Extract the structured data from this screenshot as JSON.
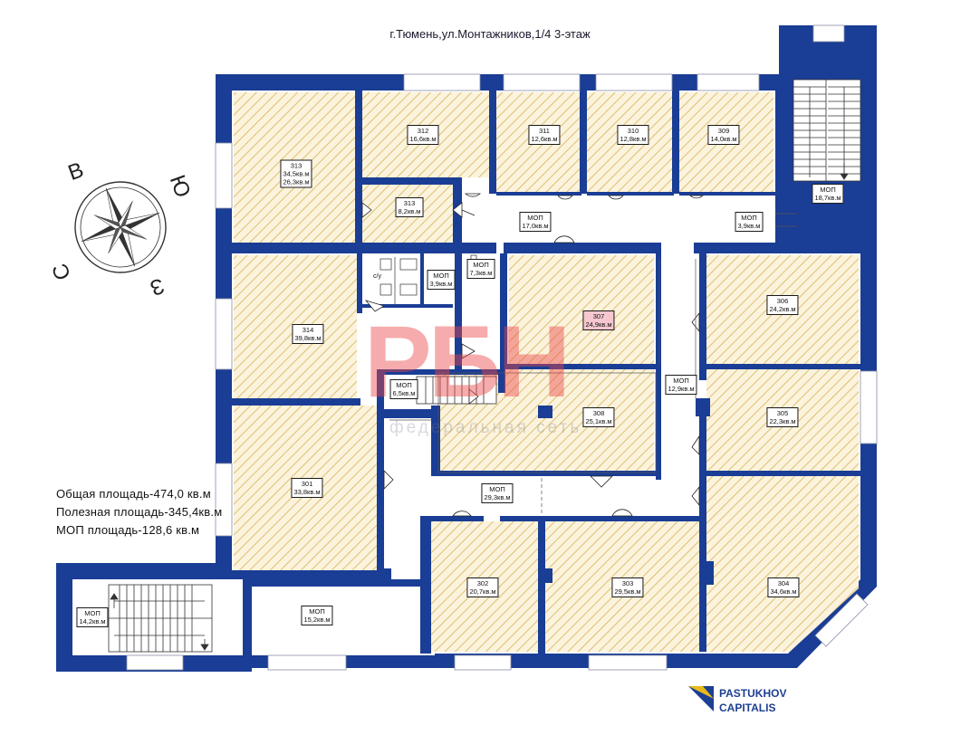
{
  "title": "г.Тюмень,ул.Монтажников,1/4  3-этаж",
  "summary": {
    "total": "Общая площадь-474,0  кв.м",
    "useful": "Полезная площадь-345,4кв.м",
    "common": "МОП площадь-128,6  кв.м"
  },
  "compass": {
    "n": "С",
    "s": "Ю",
    "e": "В",
    "w": "З"
  },
  "watermark": {
    "big": "РБН",
    "sub": "федеральная сеть"
  },
  "brand": {
    "line1": "PASTUKHOV",
    "line2": "CAPITALIS"
  },
  "wc_label": "с/у",
  "colors": {
    "wall": "#1a3d95",
    "hatch": "#d9b25a",
    "fill": "#fbf3dc",
    "pink": "#f7c7cf"
  },
  "rooms": {
    "r313a": {
      "num": "313",
      "area": "34,5кв.м",
      "area2": "26,3кв.м"
    },
    "r312": {
      "num": "312",
      "area": "16,6кв.м"
    },
    "r311": {
      "num": "311",
      "area": "12,6кв.м"
    },
    "r310": {
      "num": "310",
      "area": "12,8кв.м"
    },
    "r309": {
      "num": "309",
      "area": "14,0кв.м"
    },
    "r313b": {
      "num": "313",
      "area": "8,2кв.м"
    },
    "r314": {
      "num": "314",
      "area": "39,8кв.м"
    },
    "r307": {
      "num": "307",
      "area": "24,9кв.м"
    },
    "r306": {
      "num": "306",
      "area": "24,2кв.м"
    },
    "r305": {
      "num": "305",
      "area": "22,3кв.м"
    },
    "r308": {
      "num": "308",
      "area": "25,1кв.м"
    },
    "r301": {
      "num": "301",
      "area": "33,8кв.м"
    },
    "r302": {
      "num": "302",
      "area": "20,7кв.м"
    },
    "r303": {
      "num": "303",
      "area": "29,5кв.м"
    },
    "r304": {
      "num": "304",
      "area": "34,6кв.м"
    }
  },
  "mop": {
    "m1": {
      "name": "МОП",
      "area": "17,0кв.м"
    },
    "m2": {
      "name": "МОП",
      "area": "3,9кв.м"
    },
    "m3": {
      "name": "МОП",
      "area": "18,7кв.м"
    },
    "m4": {
      "name": "МОП",
      "area": "3,9кв.м"
    },
    "m5": {
      "name": "МОП",
      "area": "7,3кв.м"
    },
    "m6": {
      "name": "МОП",
      "area": "6,5кв.м"
    },
    "m7": {
      "name": "МОП",
      "area": "12,9кв.м"
    },
    "m8": {
      "name": "МОП",
      "area": "29,3кв.м"
    },
    "m9": {
      "name": "МОП",
      "area": "15,2кв.м"
    },
    "m10": {
      "name": "МОП",
      "area": "14,2кв.м"
    }
  }
}
